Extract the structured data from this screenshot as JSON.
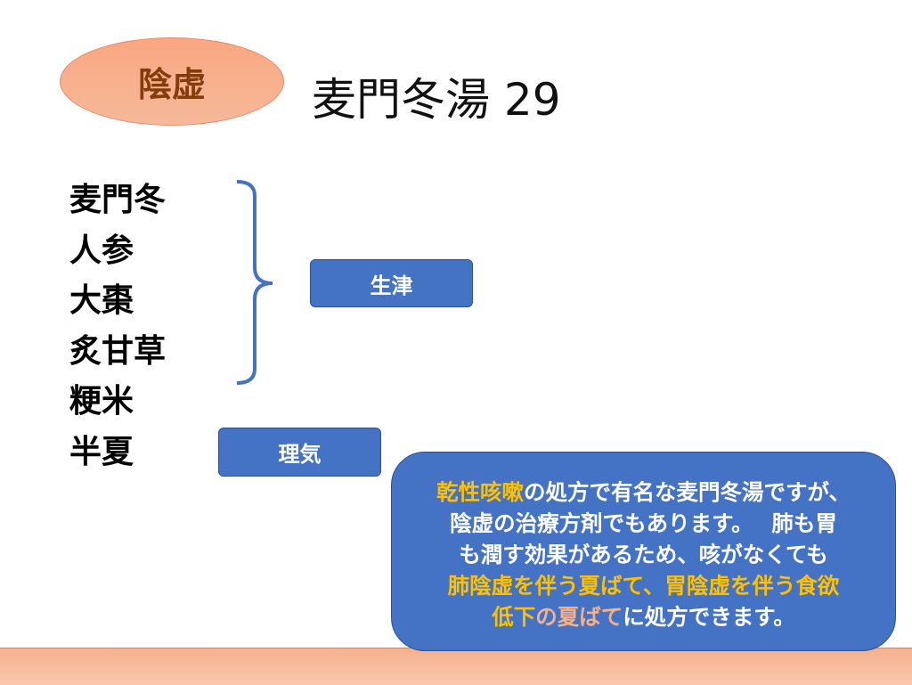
{
  "badge": "陰虚",
  "title": "麦門冬湯 29",
  "herbs": [
    "麦門冬",
    "人参",
    "大棗",
    "炙甘草",
    "粳米",
    "半夏"
  ],
  "buttons": {
    "shengjin": "生津",
    "liqi": "理気"
  },
  "note": {
    "line1": [
      {
        "text": "乾性咳嗽",
        "color": "#ffc000"
      },
      {
        "text": "の処方で有名な麦門冬湯ですが、",
        "color": "#ffffff"
      }
    ],
    "line2": [
      {
        "text": "陰虚の治療方剤でもあります。　 肺も胃",
        "color": "#ffffff"
      }
    ],
    "line3": [
      {
        "text": "も潤す効果があるため、咳がなくても",
        "color": "#ffffff"
      }
    ],
    "line4": [
      {
        "text": "肺陰虚を伴う夏ばて、胃陰虚を伴う食欲",
        "color": "#ffc000"
      }
    ],
    "line5": [
      {
        "text": "低下",
        "color": "#ffc000"
      },
      {
        "text": "の夏ばて",
        "color": "#f4b183"
      },
      {
        "text": "に処方できます。",
        "color": "#ffffff"
      }
    ]
  },
  "colors": {
    "accent": "#4472c4",
    "badge": "#f9a780",
    "footer": "#f6b08c"
  }
}
